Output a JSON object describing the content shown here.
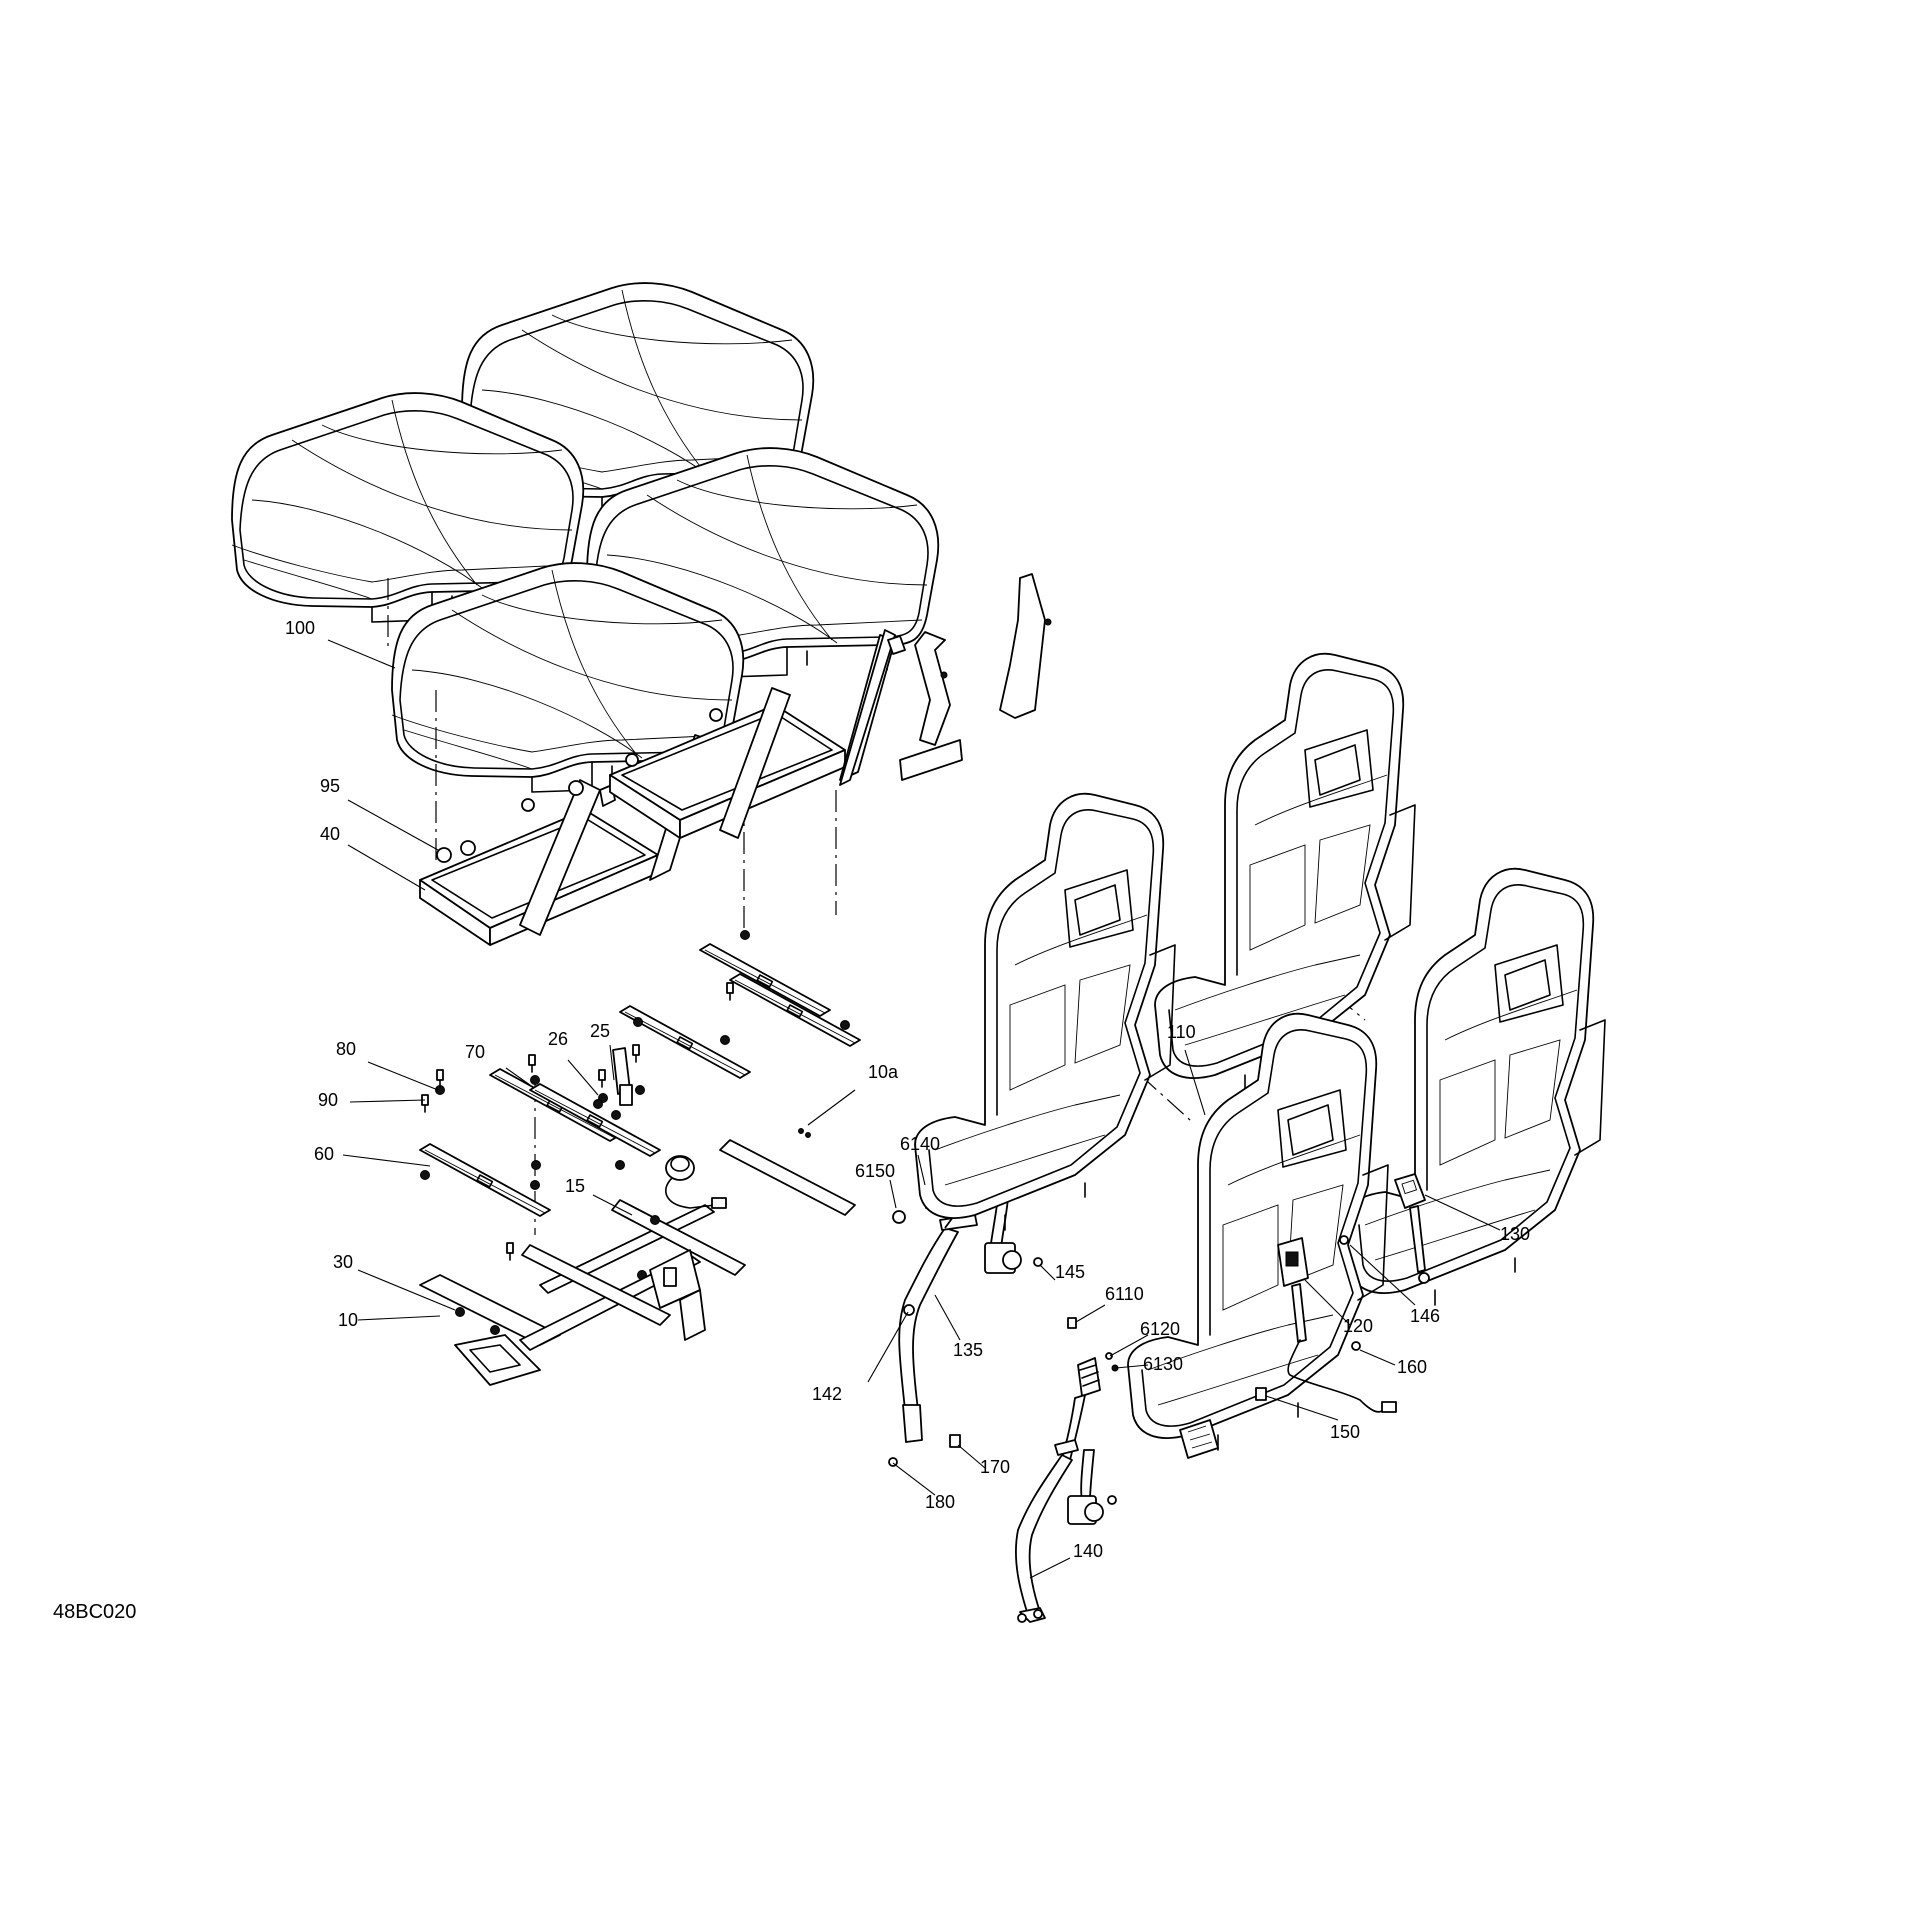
{
  "figure_code": "48BC020",
  "callouts": {
    "c100": "100",
    "c95": "95",
    "c40": "40",
    "c26": "26",
    "c25": "25",
    "c80": "80",
    "c70": "70",
    "c90": "90",
    "c60": "60",
    "c15": "15",
    "c30": "30",
    "c10": "10",
    "c10a": "10a",
    "c6140": "6140",
    "c6150": "6150",
    "c145": "145",
    "c6110": "6110",
    "c6120": "6120",
    "c6130": "6130",
    "c135": "135",
    "c142": "142",
    "c170": "170",
    "c180": "180",
    "c140": "140",
    "c110": "110",
    "c130": "130",
    "c120": "120",
    "c146": "146",
    "c160": "160",
    "c150": "150"
  }
}
